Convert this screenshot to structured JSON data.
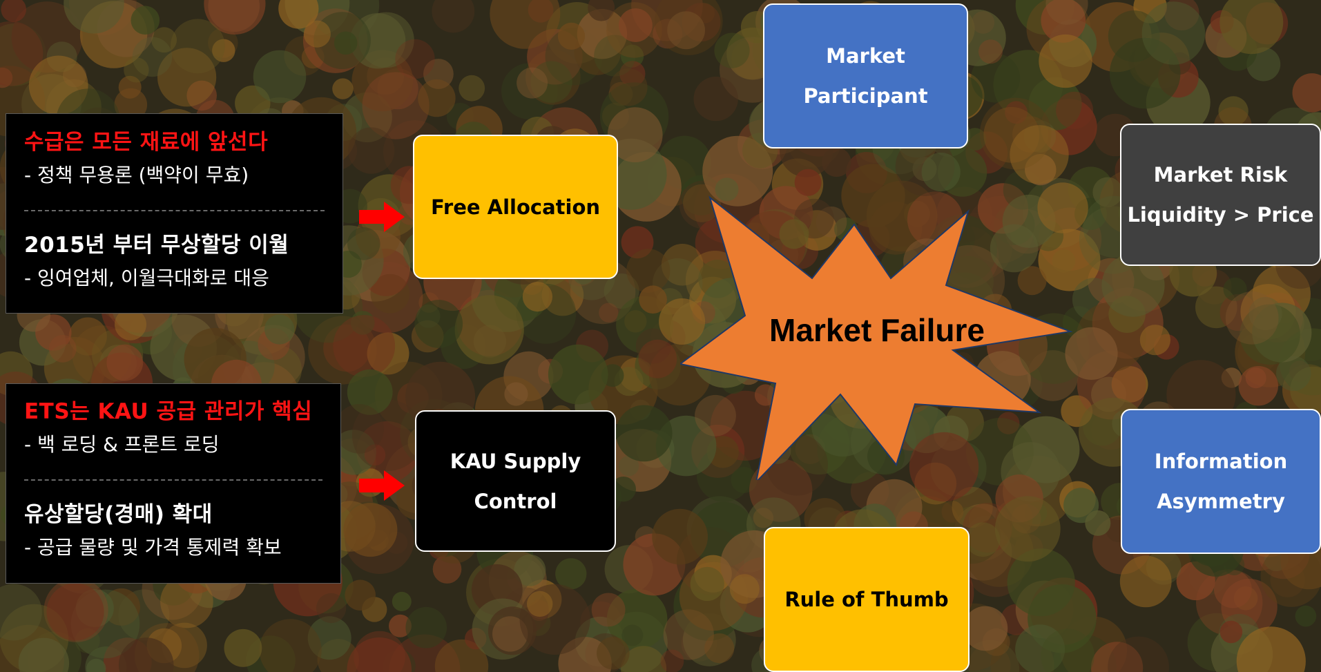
{
  "background": {
    "colors": [
      "#6b4a1e",
      "#8a5a22",
      "#4f5a26",
      "#7a6a2a",
      "#9b6a3a",
      "#5a3b22",
      "#3f4a22",
      "#a0522d",
      "#6e6e3a",
      "#8b3a22",
      "#5d6b3a",
      "#b07a2a"
    ]
  },
  "left_panels": [
    {
      "heading1": "수급은 모든 재료에 앞선다",
      "sub1": "- 정책 무용론 (백약이 무효)",
      "heading2": "2015년 부터 무상할당 이월",
      "sub2": "- 잉여업체, 이월극대화로 대응"
    },
    {
      "heading1": "ETS는 KAU 공급 관리가 핵심",
      "sub1": "- 백 로딩 & 프론트 로딩",
      "heading2": "유상할당(경매) 확대",
      "sub2": "- 공급 물량 및 가격 통제력 확보"
    }
  ],
  "boxes": {
    "free_allocation": {
      "label": "Free Allocation",
      "color": "#ffc000"
    },
    "kau_supply_control": {
      "label": "KAU Supply\nControl",
      "color": "#000000"
    },
    "market_participant": {
      "label": "Market\nParticipant",
      "color": "#4472c4"
    },
    "rule_of_thumb": {
      "label": "Rule of Thumb",
      "color": "#ffc000"
    },
    "market_risk": {
      "label": "Market Risk\nLiquidity > Price",
      "color": "#404040"
    },
    "information_asymmetry": {
      "label": "Information\nAsymmetry",
      "color": "#4472c4"
    }
  },
  "center": {
    "label": "Market Failure",
    "color": "#ed7d31"
  },
  "accent": {
    "heading_red": "#ff1414",
    "arrow_red": "#ff0000"
  }
}
